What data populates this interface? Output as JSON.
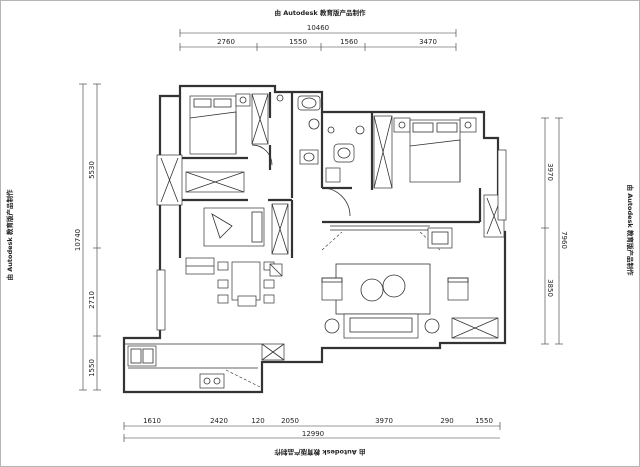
{
  "watermark": {
    "top": "由 Autodesk 教育版产品制作",
    "left": "由 Autodesk 教育版产品制作",
    "right": "由 Autodesk 教育版产品制作",
    "bottom": "由 Autodesk 教育版产品制作"
  },
  "dimensions": {
    "top_total": "10460",
    "top_segments": [
      "2760",
      "1550",
      "1560",
      "3470"
    ],
    "bottom_total": "12990",
    "bottom_segments": [
      "1610",
      "2420",
      "120",
      "2050",
      "3970",
      "290",
      "1550"
    ],
    "left_total": "10740",
    "left_segments": [
      "5530",
      "2710",
      "1550"
    ],
    "right_total": "7960",
    "right_segments": [
      "3970",
      "3850"
    ]
  }
}
